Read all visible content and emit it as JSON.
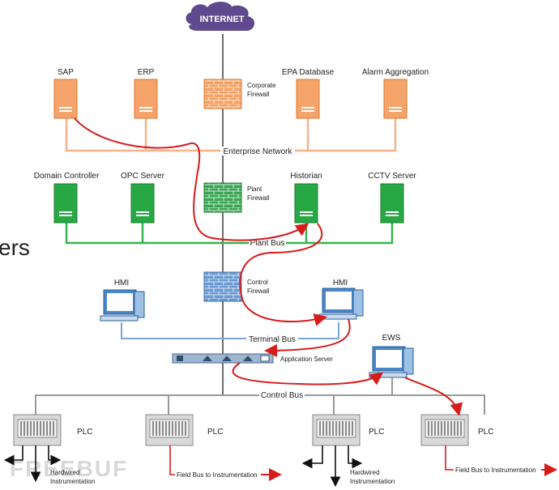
{
  "colors": {
    "enterprise": "#f4a36a",
    "enterprise_dark": "#e07a2e",
    "plant": "#28a745",
    "plant_dark": "#1a7f32",
    "firewall_orange": "#f4a060",
    "firewall_green": "#3aa655",
    "firewall_blue": "#6b9bd1",
    "backbone": "#666666",
    "terminal_bus": "#7aa6d6",
    "control_bus": "#999999",
    "attack_path": "#d81b1b",
    "internet": "#5e4a8c"
  },
  "internet": {
    "label": "INTERNET"
  },
  "enterprise": {
    "servers": [
      {
        "label": "SAP"
      },
      {
        "label": "ERP"
      },
      {
        "label": "EPA Database"
      },
      {
        "label": "Alarm Aggregation"
      }
    ],
    "firewall": {
      "line1": "Corporate",
      "line2": "Firewall"
    },
    "network_label": "Enterprise Network"
  },
  "plant": {
    "servers": [
      {
        "label": "Domain Controller"
      },
      {
        "label": "OPC Server"
      },
      {
        "label": "Historian"
      },
      {
        "label": "CCTV Server"
      }
    ],
    "firewall": {
      "line1": "Plant",
      "line2": "Firewall"
    },
    "bus_label": "Plant Bus"
  },
  "control": {
    "firewall": {
      "line1": "Control",
      "line2": "Firewall"
    },
    "hmi_left": "HMI",
    "hmi_right": "HMI",
    "terminal_bus_label": "Terminal Bus",
    "app_server_label": "Application Server",
    "ews_label": "EWS",
    "control_bus_label": "Control Bus"
  },
  "field": {
    "plc_labels": [
      "PLC",
      "PLC",
      "PLC",
      "PLC"
    ],
    "hardwired_line1": "Hardwired",
    "hardwired_line2": "Instrumentation",
    "fieldbus_label": "Field Bus to Instrumentation"
  },
  "fragment_text": "ers",
  "watermark": "FREEBUF"
}
